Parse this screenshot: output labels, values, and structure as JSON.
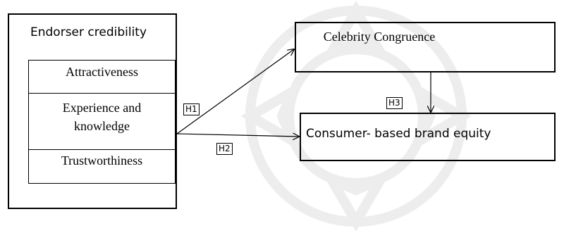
{
  "endorser": {
    "title": "Endorser credibility",
    "items": [
      {
        "label": "Attractiveness"
      },
      {
        "label": "Experience and knowledge"
      },
      {
        "label": "Trustworthiness"
      }
    ]
  },
  "celebrity": {
    "label": "Celebrity Congruence"
  },
  "consumer": {
    "label": "Consumer- based brand equity"
  },
  "hypotheses": {
    "h1": "H1",
    "h2": "H2",
    "h3": "H3"
  },
  "colors": {
    "line": "#000000",
    "watermark": "#ececec"
  }
}
